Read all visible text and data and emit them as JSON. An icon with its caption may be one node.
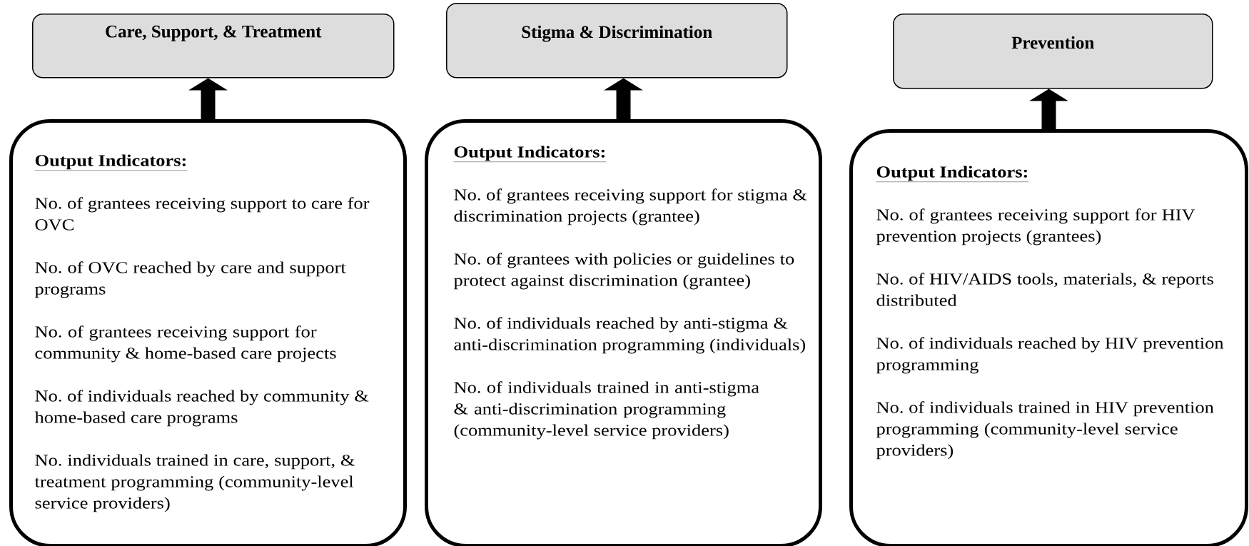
{
  "diagram": {
    "nodes": [
      {
        "text": [
          "Care, Support, & Treatment"
        ]
      },
      {
        "text": [
          "Stigma & Discrimination"
        ]
      },
      {
        "text": [
          "Prevention"
        ]
      },
      {
        "text": [
          "Output Indicators:",
          "No. of grantees receiving support to care for OVC",
          "No. of OVC reached by care and support programs",
          "No. of grantees receiving support for community & home-based care projects",
          "No. of individuals reached by community & home-based care programs",
          "No. individuals trained in care, support, & treatment programming (community-level service providers)"
        ]
      },
      {
        "text": [
          "Output Indicators:",
          "No. of grantees receiving support for stigma & discrimination projects (grantee)",
          "No. of grantees with policies or guidelines to protect against discrimination (grantee)",
          "No. of individuals reached by anti-stigma & anti-discrimination programming (individuals)",
          "No. of individuals trained in anti-stigma & anti-discrimination programming (community-level service providers)"
        ]
      },
      {
        "text": [
          "Output Indicators:",
          "No. of grantees receiving support for HIV prevention projects (grantees)",
          "No. of HIV/AIDS tools, materials, & reports distributed",
          "No. of individuals reached by HIV prevention programming",
          "No. of individuals trained in HIV prevention programming (community-level service providers)"
        ]
      }
    ],
    "edges": [
      {
        "from": 3,
        "to": 0,
        "arrow": "to"
      },
      {
        "from": 4,
        "to": 1,
        "arrow": "to"
      },
      {
        "from": 5,
        "to": 2,
        "arrow": "to"
      }
    ]
  }
}
